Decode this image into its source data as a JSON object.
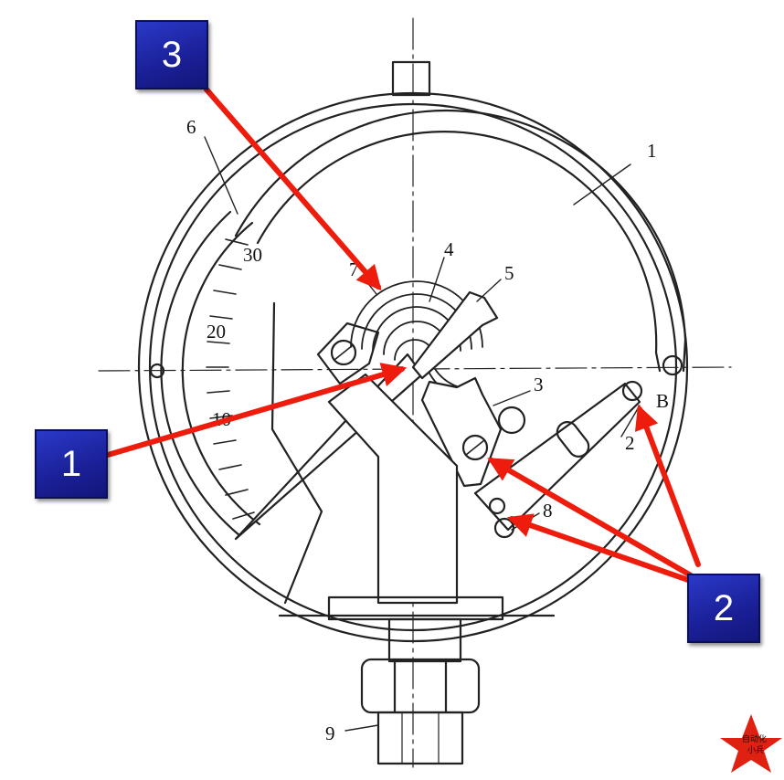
{
  "diagram": {
    "part_labels": [
      "1",
      "2",
      "3",
      "4",
      "5",
      "6",
      "7",
      "8",
      "9"
    ],
    "point_label": "B",
    "scale_labels": [
      "30",
      "20",
      "10"
    ]
  },
  "callouts": [
    {
      "label": "3"
    },
    {
      "label": "1"
    },
    {
      "label": "2"
    }
  ],
  "logo": {
    "line1": "自动化",
    "line2": "小兵"
  },
  "colors": {
    "arrow": "#ee1c0c",
    "callout_bg": "#1e27a8",
    "line": "#222222"
  }
}
